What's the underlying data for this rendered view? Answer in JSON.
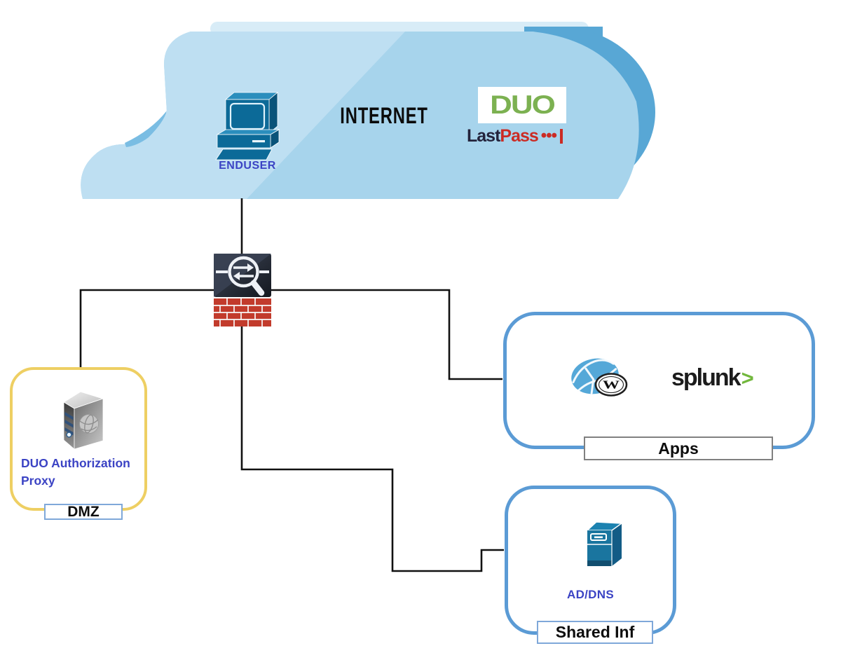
{
  "cloud": {
    "label": "INTERNET"
  },
  "enduser": {
    "label": "ENDUSER"
  },
  "logos": {
    "duo": {
      "text": "DUO"
    },
    "lastpass": {
      "last": "Last",
      "pass": "Pass",
      "dots": "•••"
    },
    "splunk": {
      "text": "splunk",
      "chevron": ">"
    },
    "wordpress": {
      "w": "W"
    }
  },
  "zones": {
    "dmz": {
      "label": "DMZ",
      "node_label": "DUO Authorization Proxy"
    },
    "apps": {
      "label": "Apps"
    },
    "shared_inf": {
      "label": "Shared Inf",
      "node_label": "AD/DNS"
    }
  },
  "colors": {
    "cloud_light": "#BEDFF2",
    "cloud_medium": "#A7D4EC",
    "cloud_dark": "#58A7D5",
    "dmz_border": "#EECF63",
    "zone_border": "#5B9BD5",
    "node_label_blue": "#3B43C4",
    "firewall_brick_red": "#C23B2C",
    "splunk_green": "#71B73C",
    "lastpass_red": "#CB2B24",
    "duo_green": "#7CB151",
    "connector_black": "#111111"
  },
  "icons": {
    "firewall": "firewall-inspection-icon",
    "enduser": "desktop-computer-icon",
    "dmz_server": "proxy-server-icon",
    "wordpress": "wordpress-globe-icon",
    "ad_dns_server": "server-tower-icon"
  }
}
